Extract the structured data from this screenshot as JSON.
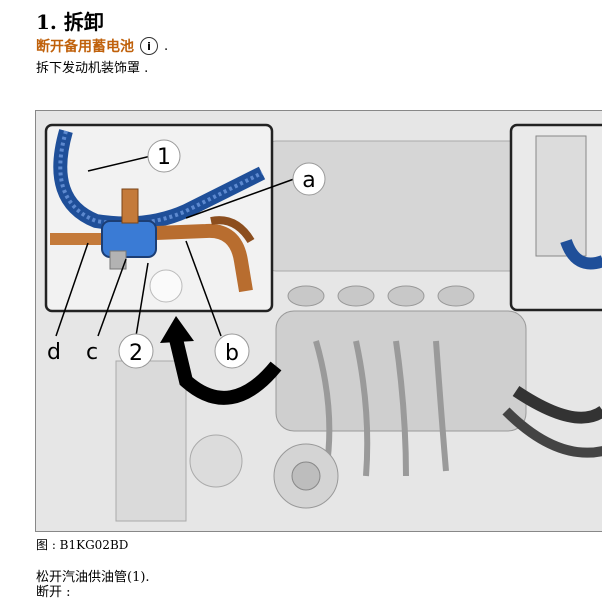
{
  "heading": "1. 拆卸",
  "links": {
    "battery": "断开备用蓄电池"
  },
  "icons": {
    "info": "info-icon"
  },
  "period": ".",
  "step_remove_cover": "拆下发动机装饰罩 .",
  "figure": {
    "callouts": [
      "1",
      "a",
      "d",
      "c",
      "2",
      "b"
    ],
    "caption": "图 : B1KG02BD"
  },
  "step_loosen_pipe": "松开汽油供油管(1).",
  "step_disconnect": "断开 :",
  "colors": {
    "link": "#c0610b",
    "hose_blue": "#1f4f99",
    "pipe_copper": "#c47a3a",
    "frame": "#222222"
  }
}
